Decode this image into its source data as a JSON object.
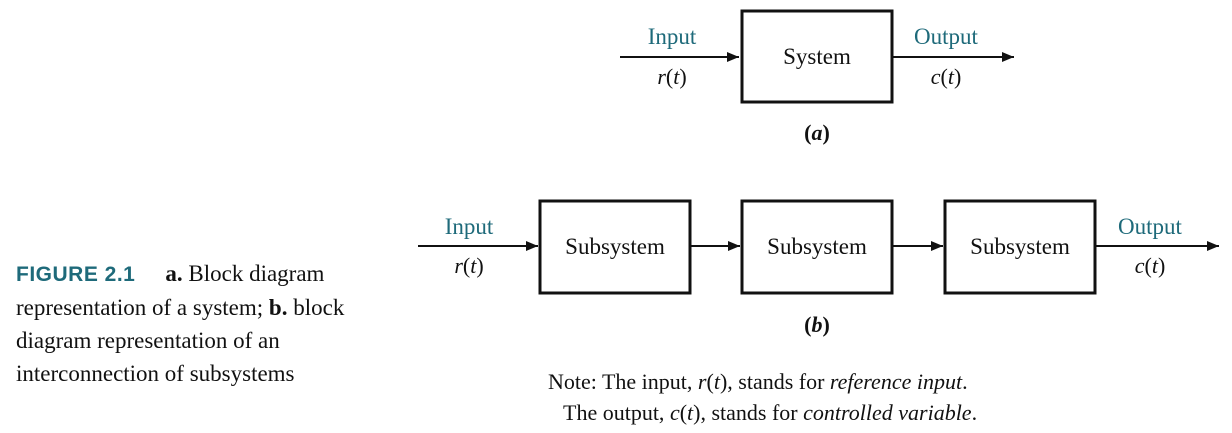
{
  "diagram_a": {
    "input_label": "Input",
    "input_signal_func": "r",
    "input_signal_arg": "t",
    "block_label": "System",
    "output_label": "Output",
    "output_signal_func": "c",
    "output_signal_arg": "t",
    "panel_label": "a"
  },
  "diagram_b": {
    "input_label": "Input",
    "input_signal_func": "r",
    "input_signal_arg": "t",
    "blocks": [
      "Subsystem",
      "Subsystem",
      "Subsystem"
    ],
    "output_label": "Output",
    "output_signal_func": "c",
    "output_signal_arg": "t",
    "panel_label": "b"
  },
  "caption": {
    "figure_label": "FIGURE 2.1",
    "part_a_marker": "a.",
    "part_a_text": " Block diagram representation of a system; ",
    "part_b_marker": "b.",
    "part_b_text": " block diagram representation of an interconnection of subsystems"
  },
  "note": {
    "line1_prefix": "Note:  The input, ",
    "line1_func": "r",
    "line1_arg": "t",
    "line1_mid": ", stands for ",
    "line1_italic": "reference input",
    "line1_end": ".",
    "line2_prefix": "The output, ",
    "line2_func": "c",
    "line2_arg": "t",
    "line2_mid": ", stands for ",
    "line2_italic": "controlled variable",
    "line2_end": "."
  }
}
